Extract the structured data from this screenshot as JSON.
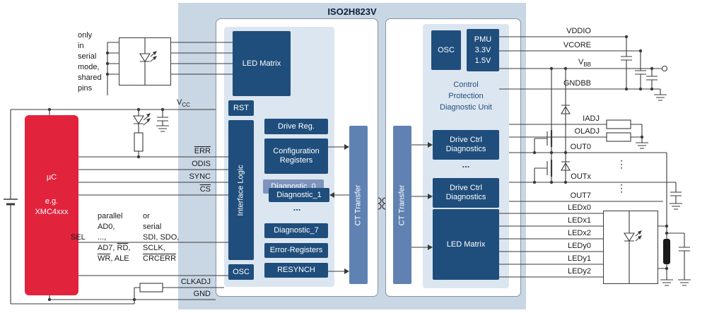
{
  "title": "ISO2H823V",
  "colors": {
    "chip_bg": "#c9d6e4",
    "inner_panel": "#dce6f1",
    "block_navy": "#1f4e7c",
    "block_medium_blue": "#5f82b2",
    "block_slate": "#7e94bc",
    "mcu_red": "#e2233c",
    "wire": "#3a3a3a"
  },
  "left_die": {
    "led_matrix": "LED Matrix",
    "rst": "RST",
    "interface_logic": "Interface Logic",
    "osc": "OSC",
    "drive_reg": "Drive Reg.",
    "config_l1": "Configuration",
    "config_l2": "Registers",
    "diag0": "Diagnostic_0",
    "diag1": "Diagnostic_1",
    "diag_dots": "...",
    "diag7": "Diagnostic_7",
    "error_registers": "Error-Registers",
    "resynch": "RESYNCH",
    "ct": "CT Transfer"
  },
  "right_die": {
    "ct": "CT Transfer",
    "osc": "OSC",
    "pmu_l1": "PMU",
    "pmu_l2": "3.3V",
    "pmu_l3": "1.5V",
    "cpdu_l1": "Control",
    "cpdu_l2": "Protection",
    "cpdu_l3": "Diagnostic Unit",
    "drive1_l1": "Drive Ctrl",
    "drive1_l2": "Diagnostics",
    "drive_dots": "...",
    "drive2_l1": "Drive Ctrl",
    "drive2_l2": "Diagnostics",
    "led_matrix": "LED Matrix"
  },
  "left": {
    "note": [
      "only",
      "in",
      "serial",
      "mode,",
      "shared",
      "pins"
    ],
    "mcu_l1": "µC",
    "mcu_l2": "e.g.",
    "mcu_l3": "XMC4xxx",
    "vcc_base": "V",
    "vcc_sub": "CC",
    "err": "ERR",
    "odis": "ODIS",
    "sync": "SYNC",
    "cs": "CS",
    "sel": "SEL",
    "par_l1": "parallel",
    "par_l2": "AD0,",
    "par_l3": "...,",
    "par_l4a": "AD7, ",
    "par_l4b": "RD",
    "par_l4c": ",",
    "par_l5a": "WR",
    "par_l5b": ", ALE",
    "ser_l1": "or",
    "ser_l2": "serial",
    "ser_l3": "SDI, SDO,",
    "ser_l4": "SCLK,",
    "ser_l5": "CRCERR",
    "clkadj": "CLKADJ",
    "gnd": "GND"
  },
  "right": {
    "vddio": "VDDIO",
    "vcore": "VCORE",
    "vbb_base": "V",
    "vbb_sub": "BB",
    "gndbb": "GNDBB",
    "iadj": "IADJ",
    "oladj": "OLADJ",
    "out0": "OUT0",
    "outx": "OUTx",
    "out7": "OUT7",
    "ledx0": "LEDx0",
    "ledx1": "LEDx1",
    "ledx2": "LEDx2",
    "ledy0": "LEDy0",
    "ledy1": "LEDy1",
    "ledy2": "LEDy2",
    "vdots1": "⋮",
    "vdots2": "⋮"
  }
}
